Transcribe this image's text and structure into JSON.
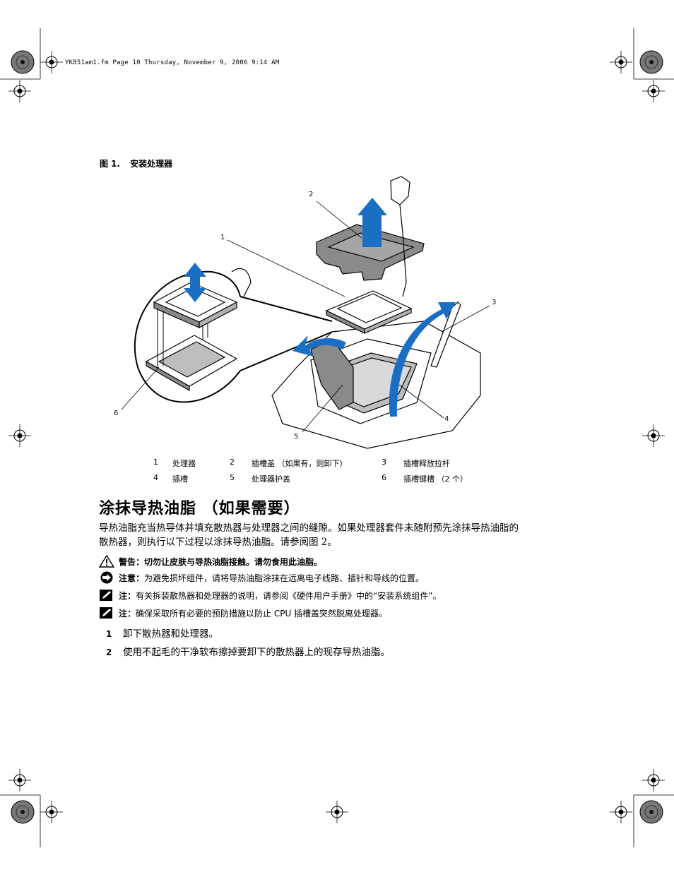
{
  "header": {
    "file_line": "YK851am1.fm  Page 10  Thursday, November 9, 2006  9:14 AM"
  },
  "figure": {
    "number": "图 1.",
    "title": "安装处理器",
    "callouts": [
      "1",
      "2",
      "3",
      "4",
      "5",
      "6"
    ],
    "legend": [
      {
        "num": "1",
        "label": "处理器"
      },
      {
        "num": "2",
        "label": "插槽盖 （如果有，则卸下）"
      },
      {
        "num": "3",
        "label": "插槽释放拉杆"
      },
      {
        "num": "4",
        "label": "插槽"
      },
      {
        "num": "5",
        "label": "处理器护盖"
      },
      {
        "num": "6",
        "label": "插槽键槽 （2 个）"
      }
    ]
  },
  "section": {
    "title": "涂抹导热油脂 （如果需要）",
    "paragraph_line1": "导热油脂充当热导体并填充散热器与处理器之间的缝隙。如果处理器套件未随附预先涂抹导热油脂的",
    "paragraph_line2": "散热器，则执行以下过程以涂抹导热油脂。请参阅图 2。"
  },
  "notices": [
    {
      "icon": "warning-icon",
      "label": "警告：",
      "text": "切勿让皮肤与导热油脂接触。请勿食用此油脂。"
    },
    {
      "icon": "notice-icon",
      "label": "注意：",
      "text": "为避免损坏组件，请将导热油脂涂抹在远离电子线路、插针和导线的位置。"
    },
    {
      "icon": "note-icon",
      "label": "注：",
      "text": "有关拆装散热器和处理器的说明，请参阅《硬件用户手册》中的“安装系统组件”。"
    },
    {
      "icon": "note-icon",
      "label": "注：",
      "text": "确保采取所有必要的预防措施以防止 CPU 插槽盖突然脱离处理器。"
    }
  ],
  "steps": [
    {
      "num": "1",
      "text": "卸下散热器和处理器。"
    },
    {
      "num": "2",
      "text": "使用不起毛的干净软布擦掉要卸下的散热器上的现存导热油脂。"
    }
  ],
  "colors": {
    "arrow_blue": "#1a6fc4",
    "gray_part": "#8a8a8a"
  }
}
